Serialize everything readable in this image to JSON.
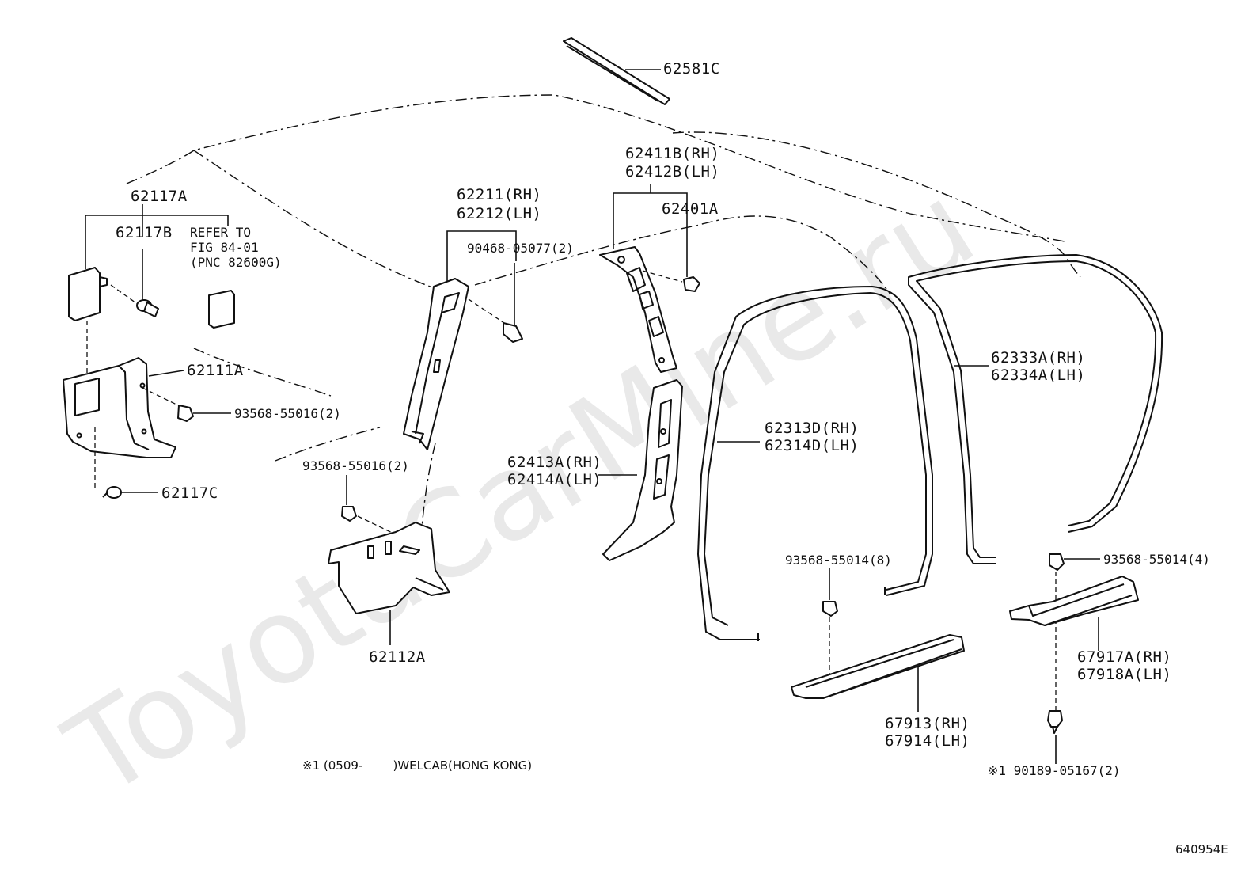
{
  "watermark": "ToyotaCarMine.ru",
  "figure_id": "640954E",
  "footnote": {
    "left": "※1 (0509-        )WELCAB(HONG KONG)"
  },
  "labels": {
    "p62581C": "62581C",
    "p62117A": "62117A",
    "p62117B": "62117B",
    "refer1": "REFER TO",
    "refer2": "FIG 84-01",
    "refer3": "(PNC 82600G)",
    "p62111A": "62111A",
    "p93568_55016_a": "93568-55016(2)",
    "p62117C": "62117C",
    "p62211": "62211(RH)",
    "p62212": "62212(LH)",
    "p90468": "90468-05077(2)",
    "p93568_55016_b": "93568-55016(2)",
    "p62112A": "62112A",
    "p62411B": "62411B(RH)",
    "p62412B": "62412B(LH)",
    "p62401A": "62401A",
    "p62413A": "62413A(RH)",
    "p62414A": "62414A(LH)",
    "p62313D": "62313D(RH)",
    "p62314D": "62314D(LH)",
    "p62333A": "62333A(RH)",
    "p62334A": "62334A(LH)",
    "p93568_55014_8": "93568-55014(8)",
    "p93568_55014_4": "93568-55014(4)",
    "p67913": "67913(RH)",
    "p67914": "67914(LH)",
    "p67917A": "67917A(RH)",
    "p67918A": "67918A(LH)",
    "p90189": "※1 90189-05167(2)"
  }
}
